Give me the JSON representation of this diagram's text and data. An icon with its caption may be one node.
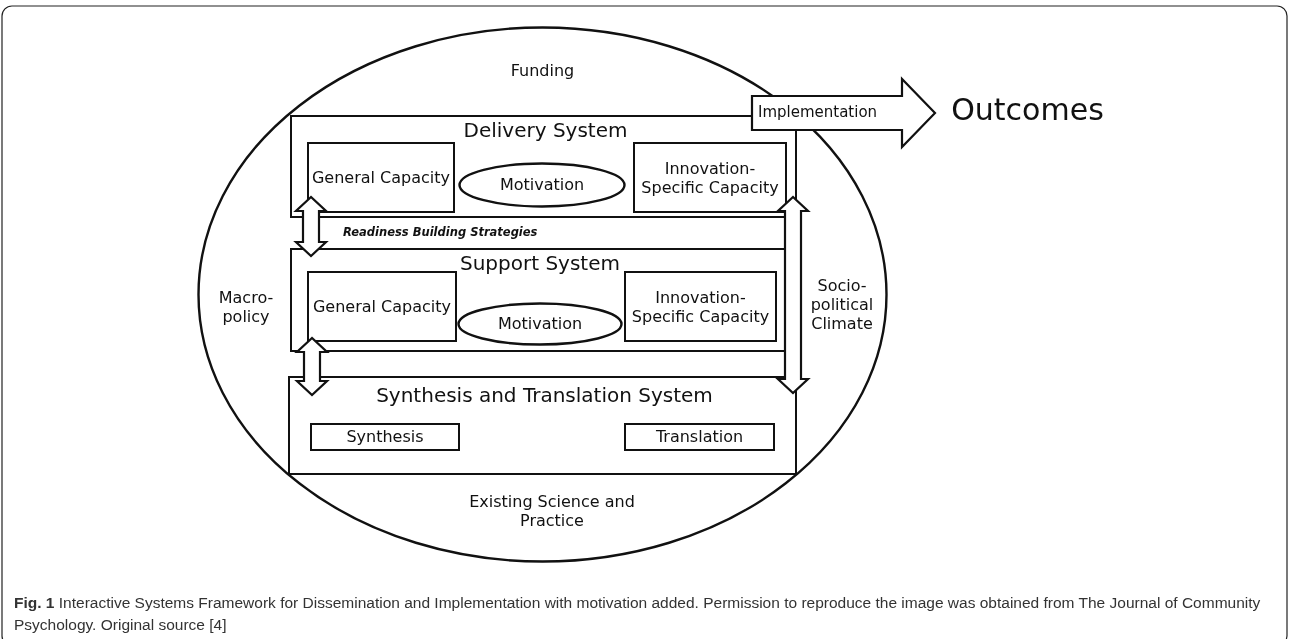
{
  "diagram": {
    "caption": "**Fig. 1** Interactive Systems Framework for Dissemination and Implementation with motivation added. Permission to reproduce the image was obtained from The Journal of Community Psychology. Original source [4]",
    "nodes": [
      {
        "text": [
          "Funding",
          "Macro-policy",
          "Socio-political Climate",
          "Existing Science and Practice"
        ]
      },
      {
        "text": [
          "Delivery System"
        ],
        "in": 0
      },
      {
        "text": [
          "General Capacity"
        ],
        "in": 1
      },
      {
        "text": [
          "Motivation"
        ],
        "in": 1
      },
      {
        "text": [
          "Innovation-Specific Capacity"
        ],
        "in": 1
      },
      {
        "text": [
          "Support System"
        ],
        "in": 0
      },
      {
        "text": [
          "General Capacity"
        ],
        "in": 5
      },
      {
        "text": [
          "Motivation"
        ],
        "in": 5
      },
      {
        "text": [
          "Innovation-Specific Capacity"
        ],
        "in": 5
      },
      {
        "text": [
          "Synthesis and Translation System"
        ],
        "in": 0
      },
      {
        "text": [
          "Synthesis"
        ],
        "in": 9
      },
      {
        "text": [
          "Translation"
        ],
        "in": 9
      },
      {
        "text": [
          "Outcomes"
        ]
      }
    ],
    "edges": [
      {
        "from": 1,
        "to": 12,
        "arrow": "to",
        "style": "thick",
        "label": "Implementation"
      },
      {
        "from": 1,
        "to": 5,
        "arrow": "both",
        "style": "thick"
      },
      {
        "from": 5,
        "to": 9,
        "arrow": "both",
        "style": "thick"
      },
      {
        "from": 1,
        "to": 9,
        "arrow": "both",
        "style": "thick"
      }
    ],
    "labels": [
      "Readiness Building Strategies"
    ]
  }
}
